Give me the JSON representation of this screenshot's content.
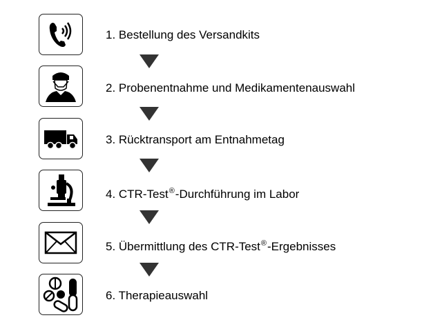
{
  "steps": [
    {
      "label": "1. Bestellung des Versandkits",
      "icon": "telephone-icon"
    },
    {
      "label": "2. Probenentnahme und Medikamentenauswahl",
      "icon": "surgeon-icon"
    },
    {
      "label": "3. Rücktransport am Entnahmetag",
      "icon": "truck-icon"
    },
    {
      "label_before": "4. CTR-Test",
      "label_mark": "®",
      "label_after": "-Durchführung im Labor",
      "icon": "microscope-icon"
    },
    {
      "label_before": "5. Übermittlung des CTR-Test",
      "label_mark": "®",
      "label_after": "-Ergebnisses",
      "icon": "envelope-icon"
    },
    {
      "label": "6. Therapieauswahl",
      "icon": "pills-icon"
    }
  ],
  "colors": {
    "arrow": "#333333",
    "icon": "#000000",
    "border": "#222222"
  }
}
